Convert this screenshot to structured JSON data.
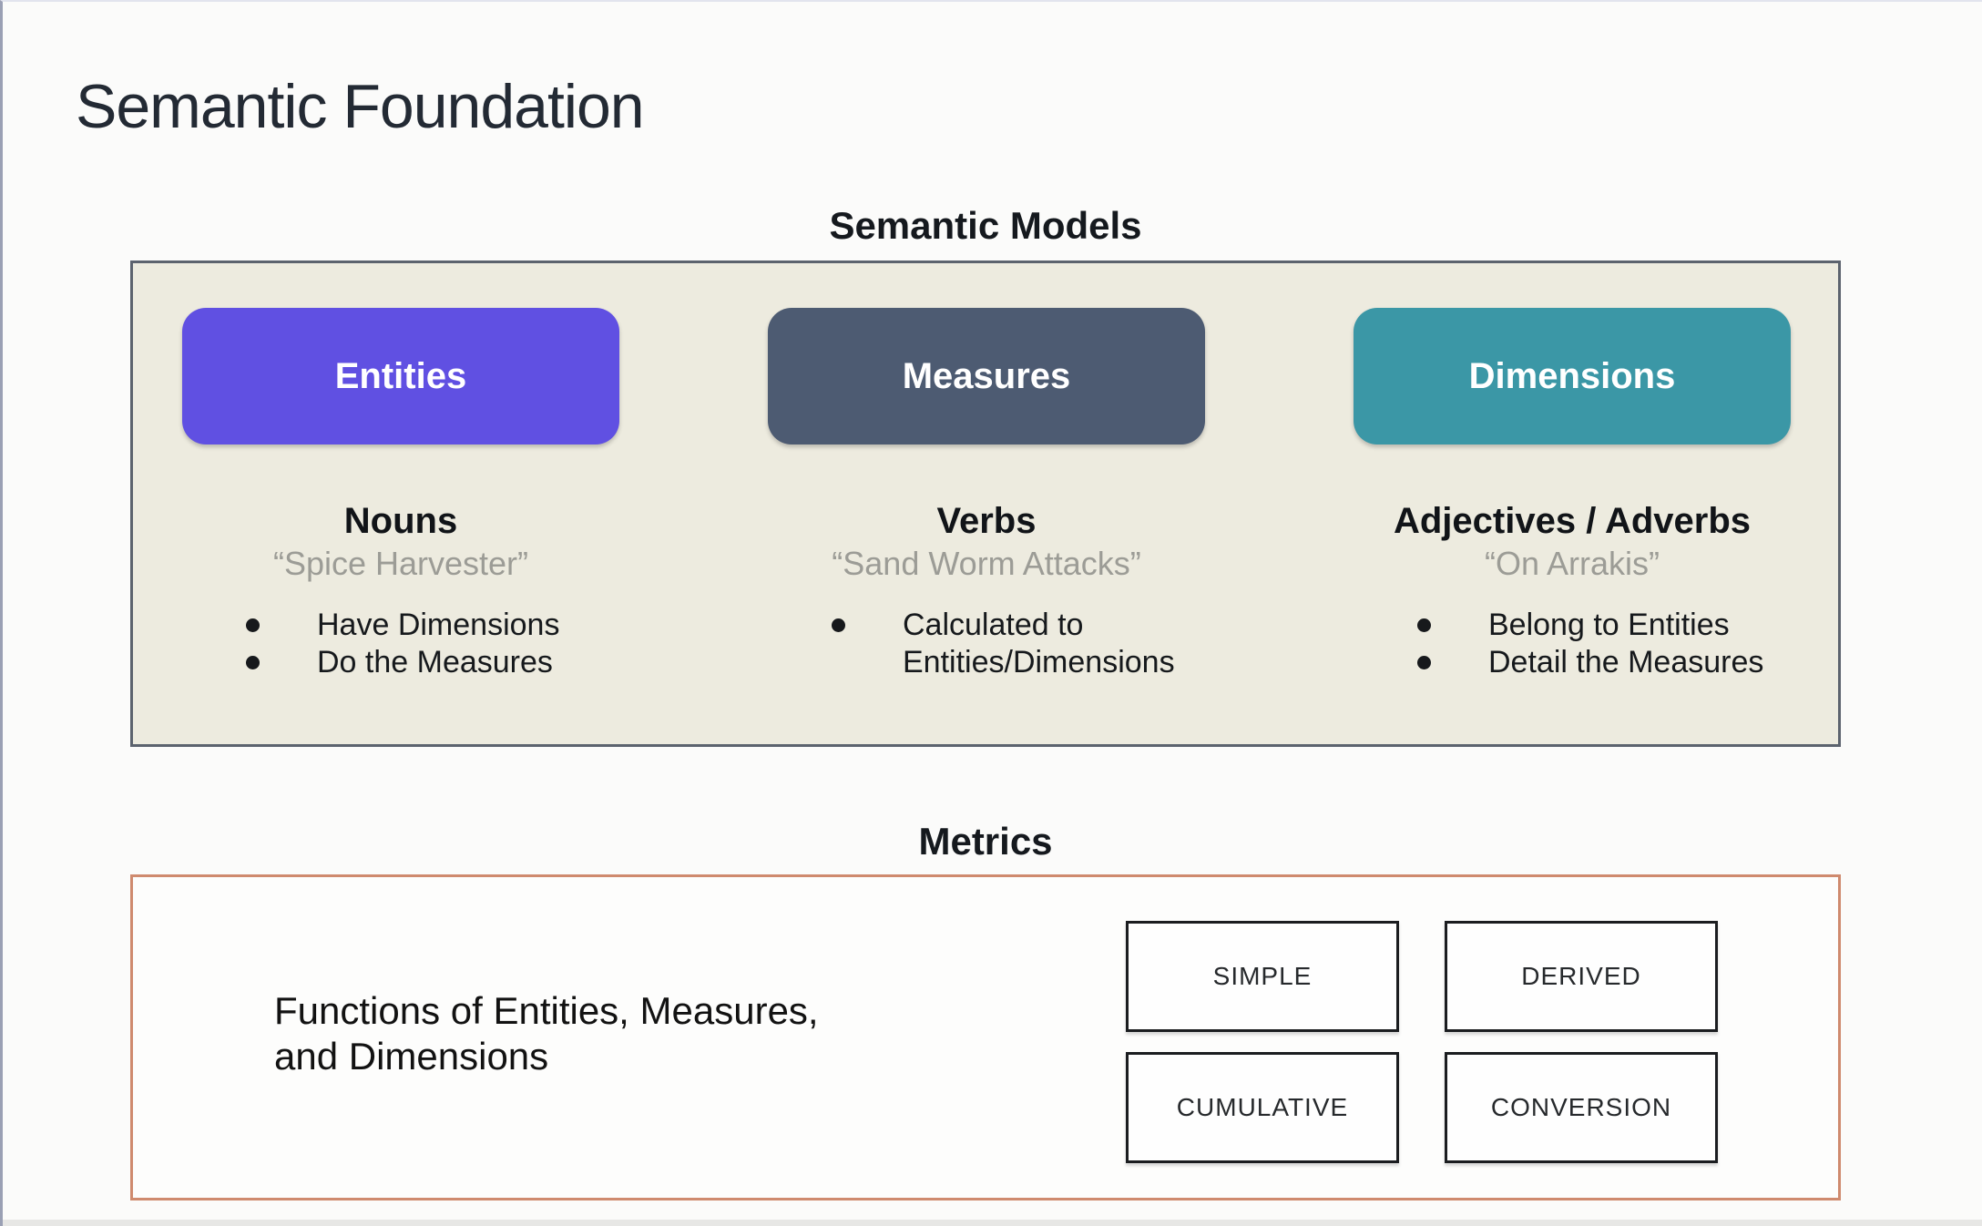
{
  "page": {
    "title": "Semantic Foundation"
  },
  "semantic_models": {
    "title": "Semantic Models",
    "panel": {
      "background": "#edebdf",
      "border_color": "#5c636e"
    },
    "columns": [
      {
        "box_label": "Entities",
        "box_color": "#6050e2",
        "heading": "Nouns",
        "quote": "“Spice Harvester”",
        "bullets": [
          "Have Dimensions",
          "Do the Measures"
        ]
      },
      {
        "box_label": "Measures",
        "box_color": "#4d5b72",
        "heading": "Verbs",
        "quote": "“Sand Worm Attacks”",
        "bullets": [
          "Calculated to Entities/Dimensions"
        ]
      },
      {
        "box_label": "Dimensions",
        "box_color": "#3b97a6",
        "heading": "Adjectives / Adverbs",
        "quote": "“On Arrakis”",
        "bullets": [
          "Belong to Entities",
          "Detail the Measures"
        ]
      }
    ]
  },
  "metrics": {
    "title": "Metrics",
    "panel": {
      "border_color": "#cf8a6e",
      "background": "#fdfdfc"
    },
    "description": "Functions of Entities, Measures,\nand Dimensions",
    "types": [
      "SIMPLE",
      "DERIVED",
      "CUMULATIVE",
      "CONVERSION"
    ]
  }
}
